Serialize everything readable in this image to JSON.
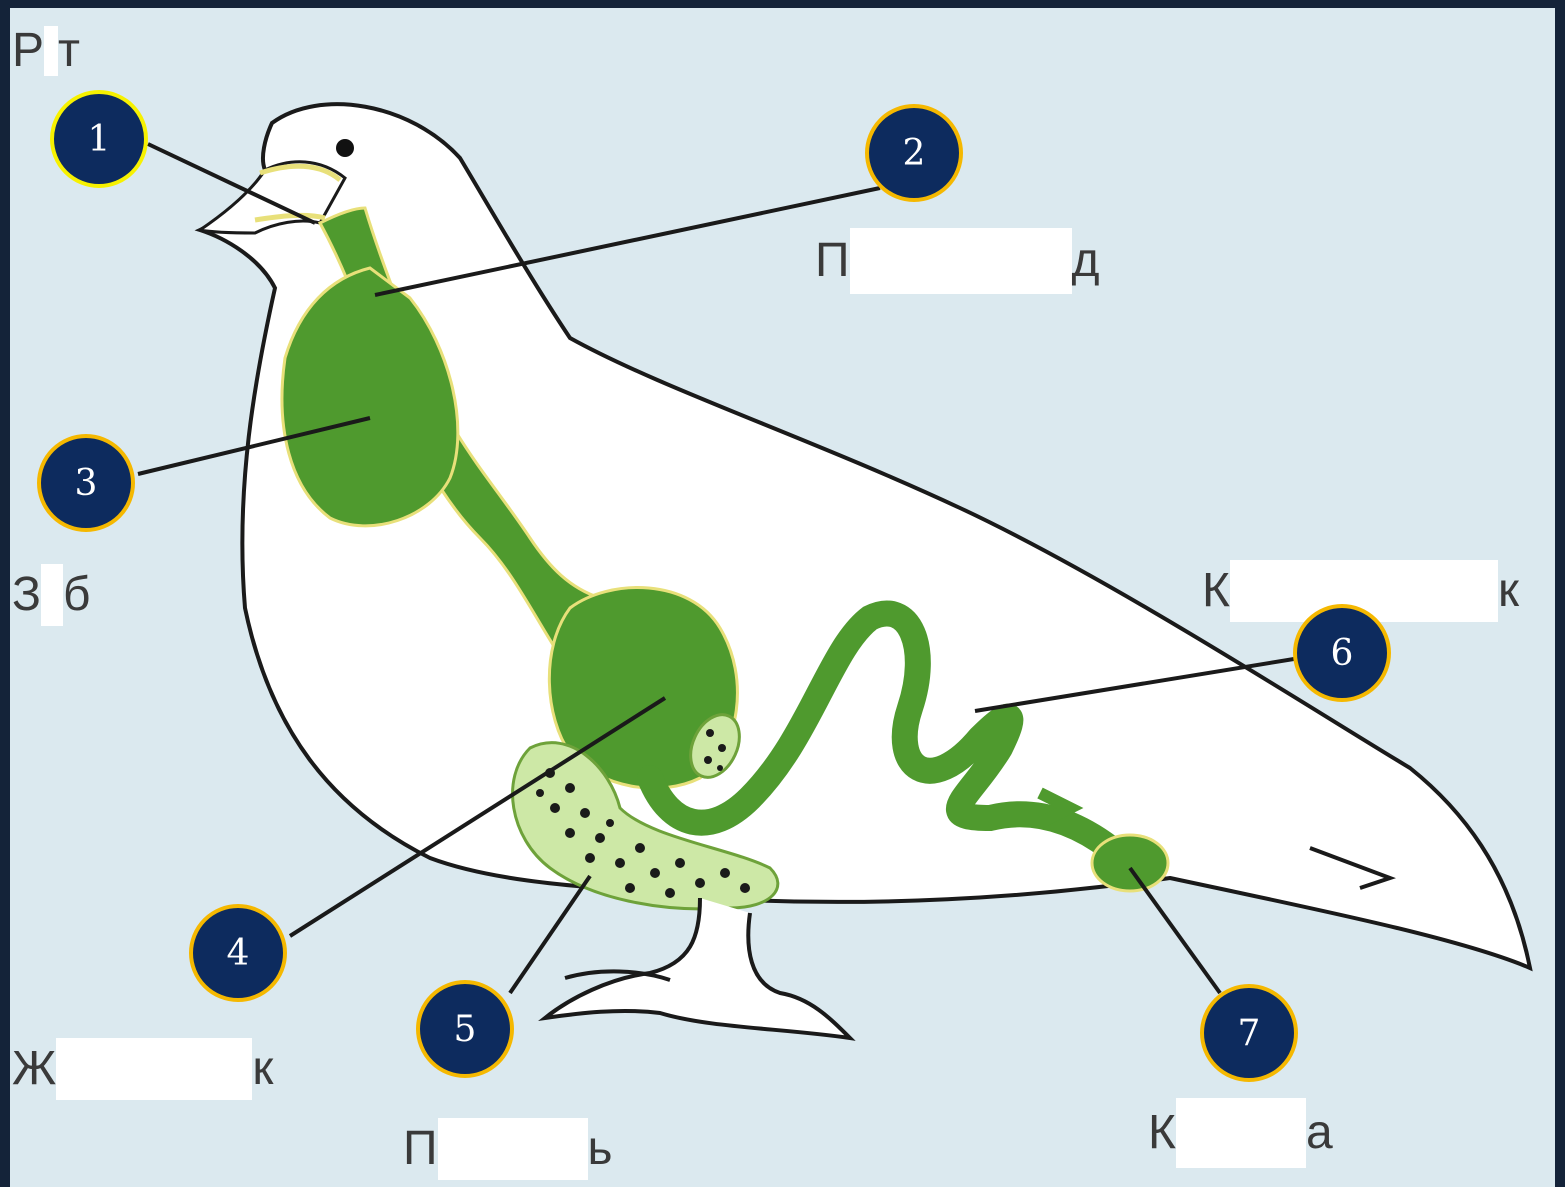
{
  "labels": [
    {
      "id": "mouth",
      "first": "Р",
      "last": "т"
    },
    {
      "id": "esophagus",
      "first": "П",
      "last": "д"
    },
    {
      "id": "crop",
      "first": "З",
      "last": "б"
    },
    {
      "id": "intestine",
      "first": "К",
      "last": "к"
    },
    {
      "id": "stomach",
      "first": "Ж",
      "last": "к"
    },
    {
      "id": "liver",
      "first": "П",
      "last": "ь"
    },
    {
      "id": "cloaca",
      "first": "К",
      "last": "а"
    }
  ],
  "badges": [
    "1",
    "2",
    "3",
    "4",
    "5",
    "6",
    "7"
  ],
  "colors": {
    "background": "#dbe9ef",
    "organ_green": "#4f9a2e",
    "liver_fill": "#cde8a6",
    "badge_fill": "#0d2b5e",
    "badge_border": "#f5b800",
    "outline": "#1a1a1a"
  }
}
